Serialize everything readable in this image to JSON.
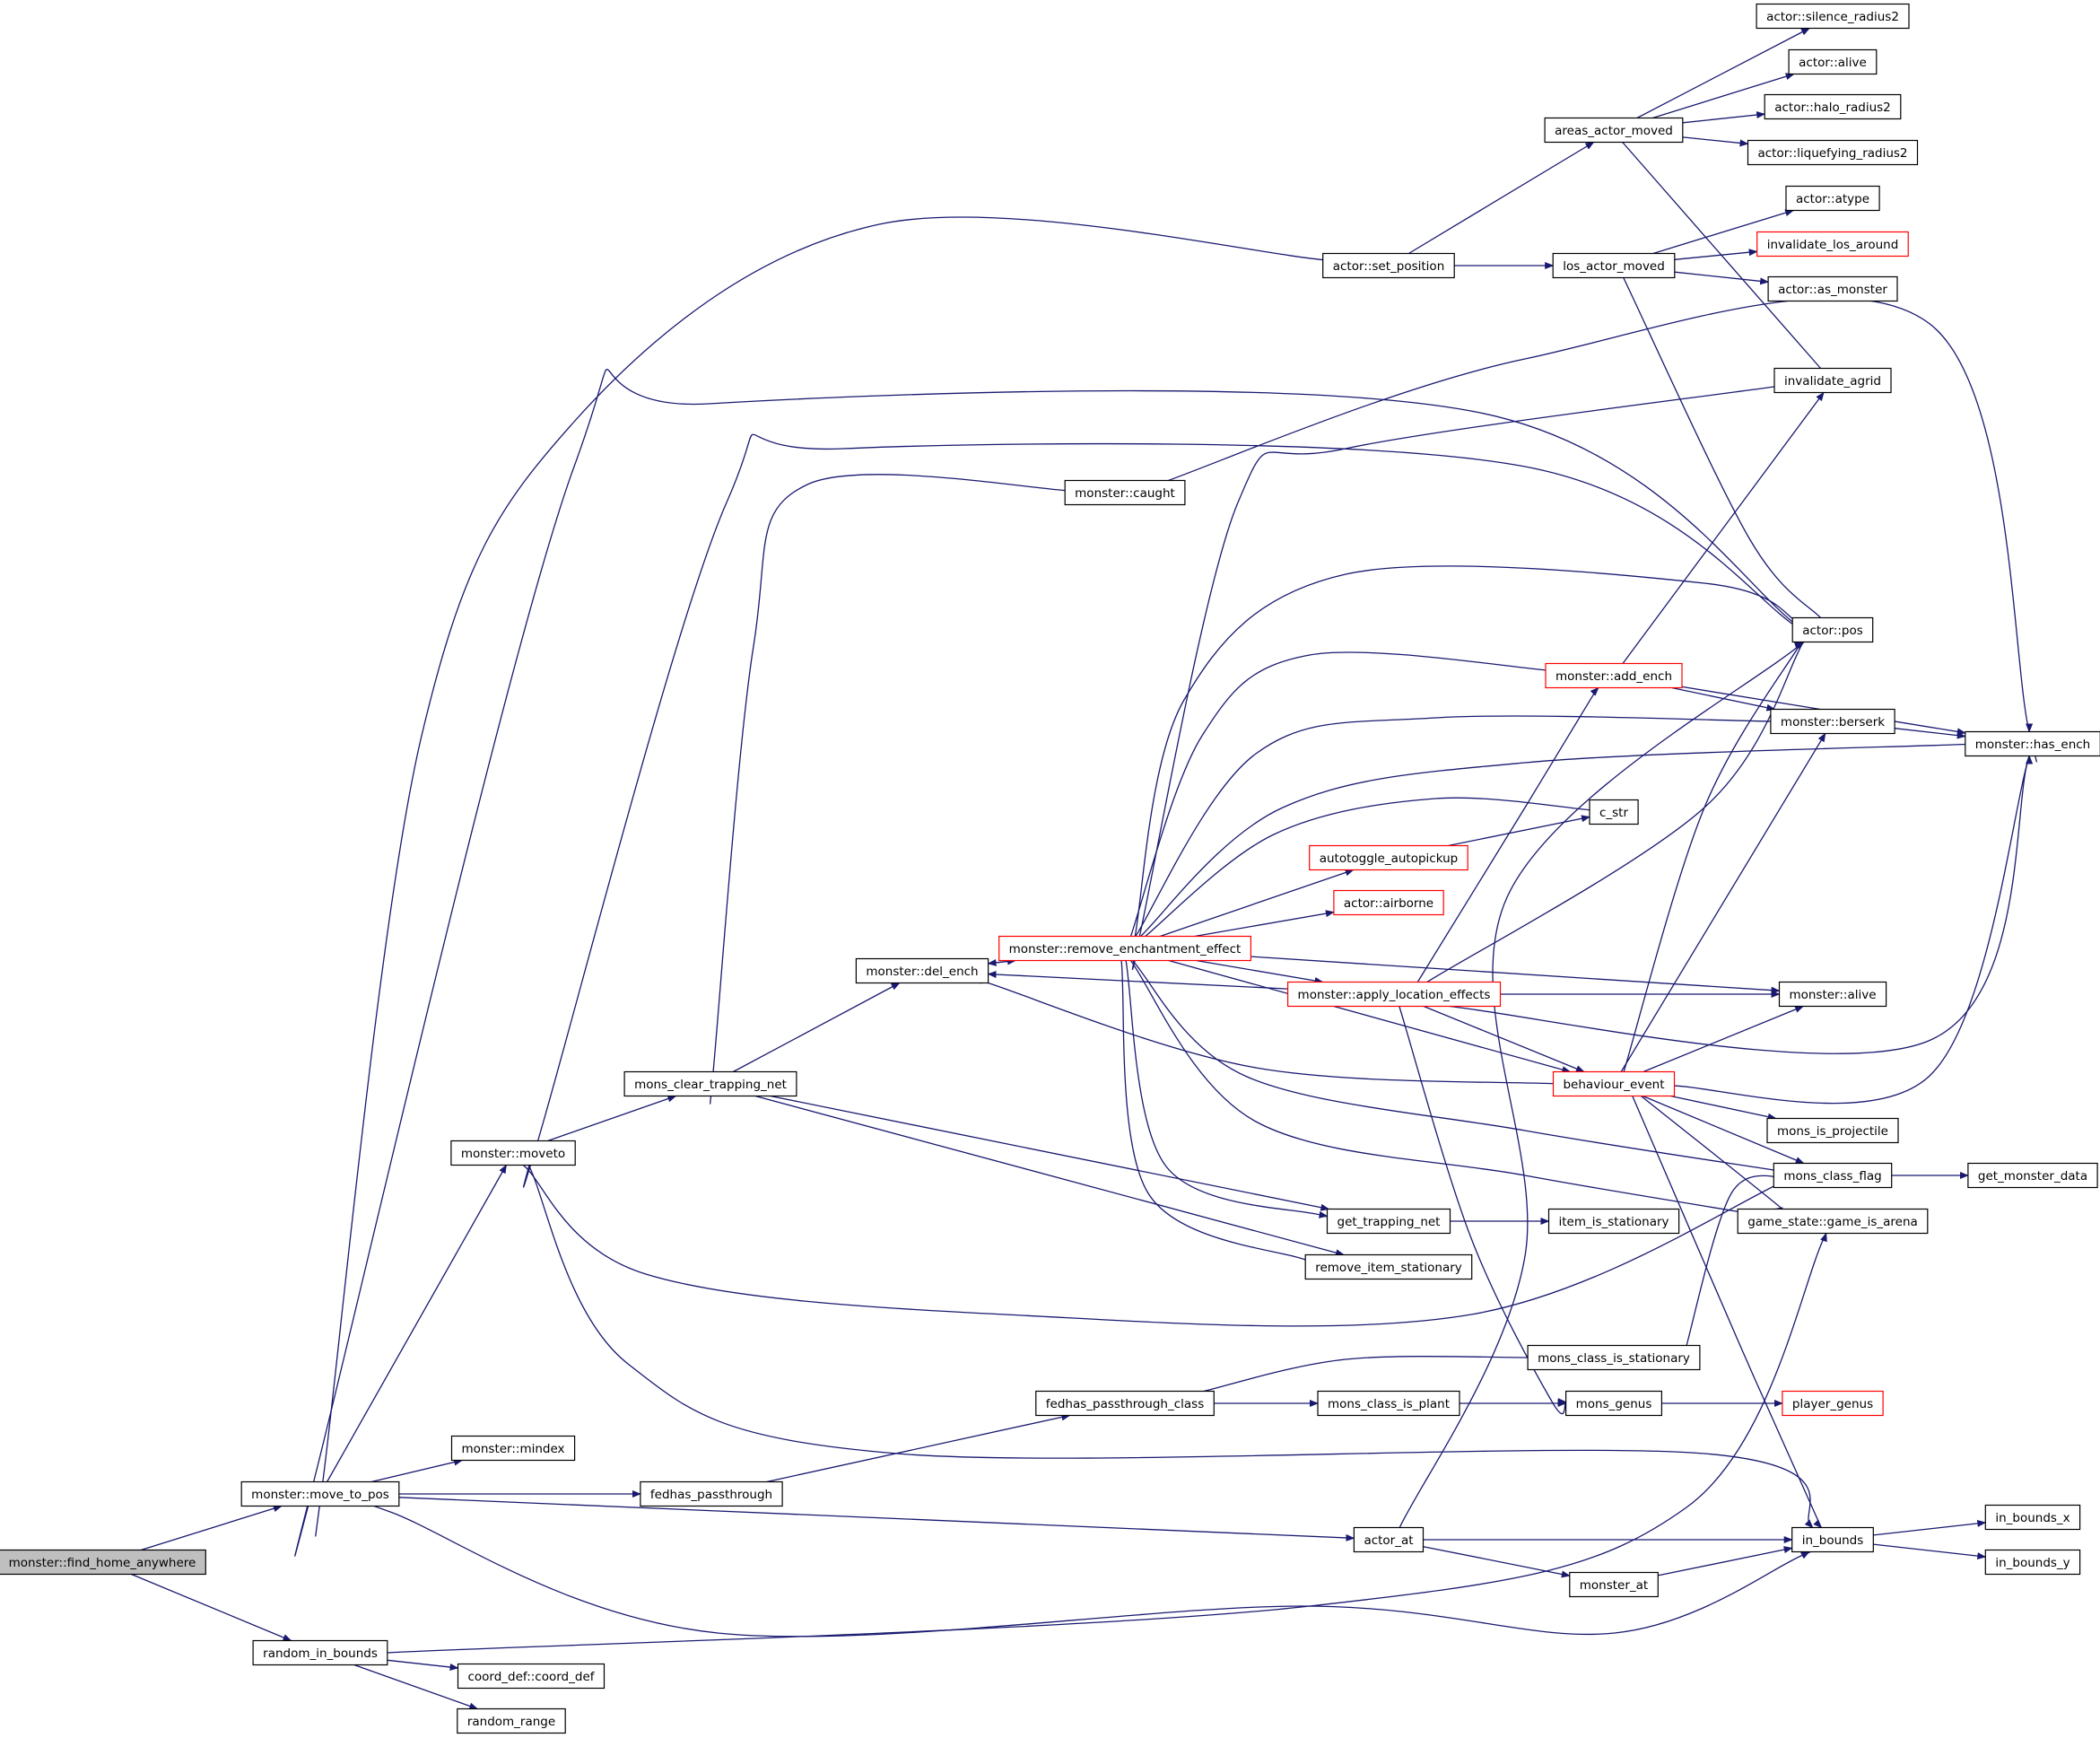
{
  "colors": {
    "edge": "#191970",
    "node_border": "#000000",
    "node_border_truncated": "#ff0000",
    "node_fill": "#ffffff",
    "node_fill_root": "#bfbfbf"
  },
  "nodes": [
    {
      "id": "find_home",
      "label": "monster::find_home_anywhere",
      "root": true
    },
    {
      "id": "move_to_pos",
      "label": "monster::move_to_pos"
    },
    {
      "id": "random_in_bounds",
      "label": "random_in_bounds"
    },
    {
      "id": "mindex",
      "label": "monster::mindex"
    },
    {
      "id": "fedhas_passthrough",
      "label": "fedhas_passthrough"
    },
    {
      "id": "moveto",
      "label": "monster::moveto"
    },
    {
      "id": "actor_at",
      "label": "actor_at"
    },
    {
      "id": "coord_def",
      "label": "coord_def::coord_def"
    },
    {
      "id": "random_range",
      "label": "random_range"
    },
    {
      "id": "fedhas_passthrough_class",
      "label": "fedhas_passthrough_class"
    },
    {
      "id": "mons_clear_trapping_net",
      "label": "mons_clear_trapping_net"
    },
    {
      "id": "set_position",
      "label": "actor::set_position"
    },
    {
      "id": "caught",
      "label": "monster::caught"
    },
    {
      "id": "del_ench",
      "label": "monster::del_ench"
    },
    {
      "id": "remove_enchantment_effect",
      "label": "monster::remove_enchantment_effect",
      "truncated": true
    },
    {
      "id": "apply_location_effects",
      "label": "monster::apply_location_effects",
      "truncated": true
    },
    {
      "id": "get_trapping_net",
      "label": "get_trapping_net"
    },
    {
      "id": "remove_item_stationary",
      "label": "remove_item_stationary"
    },
    {
      "id": "mons_class_is_plant",
      "label": "mons_class_is_plant"
    },
    {
      "id": "monster_at",
      "label": "monster_at"
    },
    {
      "id": "autotoggle_autopickup",
      "label": "autotoggle_autopickup",
      "truncated": true
    },
    {
      "id": "actor_airborne",
      "label": "actor::airborne",
      "truncated": true
    },
    {
      "id": "areas_actor_moved",
      "label": "areas_actor_moved"
    },
    {
      "id": "los_actor_moved",
      "label": "los_actor_moved"
    },
    {
      "id": "add_ench",
      "label": "monster::add_ench",
      "truncated": true
    },
    {
      "id": "c_str",
      "label": "c_str"
    },
    {
      "id": "behaviour_event",
      "label": "behaviour_event",
      "truncated": true
    },
    {
      "id": "item_is_stationary",
      "label": "item_is_stationary"
    },
    {
      "id": "mons_class_is_stationary",
      "label": "mons_class_is_stationary"
    },
    {
      "id": "mons_genus",
      "label": "mons_genus"
    },
    {
      "id": "silence_radius2",
      "label": "actor::silence_radius2"
    },
    {
      "id": "actor_alive",
      "label": "actor::alive"
    },
    {
      "id": "halo_radius2",
      "label": "actor::halo_radius2"
    },
    {
      "id": "liquefying_radius2",
      "label": "actor::liquefying_radius2"
    },
    {
      "id": "atype",
      "label": "actor::atype"
    },
    {
      "id": "invalidate_los_around",
      "label": "invalidate_los_around",
      "truncated": true
    },
    {
      "id": "as_monster",
      "label": "actor::as_monster"
    },
    {
      "id": "invalidate_agrid",
      "label": "invalidate_agrid"
    },
    {
      "id": "actor_pos",
      "label": "actor::pos"
    },
    {
      "id": "berserk",
      "label": "monster::berserk"
    },
    {
      "id": "monster_alive",
      "label": "monster::alive"
    },
    {
      "id": "mons_is_projectile",
      "label": "mons_is_projectile"
    },
    {
      "id": "mons_class_flag",
      "label": "mons_class_flag"
    },
    {
      "id": "game_is_arena",
      "label": "game_state::game_is_arena"
    },
    {
      "id": "player_genus",
      "label": "player_genus",
      "truncated": true
    },
    {
      "id": "in_bounds",
      "label": "in_bounds"
    },
    {
      "id": "has_ench",
      "label": "monster::has_ench"
    },
    {
      "id": "get_monster_data",
      "label": "get_monster_data"
    },
    {
      "id": "in_bounds_x",
      "label": "in_bounds_x"
    },
    {
      "id": "in_bounds_y",
      "label": "in_bounds_y"
    }
  ],
  "edges": [
    [
      "find_home",
      "move_to_pos"
    ],
    [
      "find_home",
      "random_in_bounds"
    ],
    [
      "move_to_pos",
      "mindex"
    ],
    [
      "move_to_pos",
      "fedhas_passthrough"
    ],
    [
      "move_to_pos",
      "moveto"
    ],
    [
      "move_to_pos",
      "actor_at"
    ],
    [
      "move_to_pos",
      "in_bounds"
    ],
    [
      "move_to_pos",
      "set_position"
    ],
    [
      "move_to_pos",
      "actor_pos"
    ],
    [
      "random_in_bounds",
      "coord_def"
    ],
    [
      "random_in_bounds",
      "random_range"
    ],
    [
      "random_in_bounds",
      "game_is_arena"
    ],
    [
      "fedhas_passthrough",
      "fedhas_passthrough_class"
    ],
    [
      "fedhas_passthrough_class",
      "mons_class_is_plant"
    ],
    [
      "fedhas_passthrough_class",
      "mons_class_is_stationary"
    ],
    [
      "moveto",
      "mons_clear_trapping_net"
    ],
    [
      "moveto",
      "actor_pos"
    ],
    [
      "moveto",
      "mons_class_flag"
    ],
    [
      "moveto",
      "in_bounds"
    ],
    [
      "mons_clear_trapping_net",
      "caught"
    ],
    [
      "mons_clear_trapping_net",
      "del_ench"
    ],
    [
      "mons_clear_trapping_net",
      "get_trapping_net"
    ],
    [
      "mons_clear_trapping_net",
      "remove_item_stationary"
    ],
    [
      "caught",
      "has_ench"
    ],
    [
      "del_ench",
      "remove_enchantment_effect"
    ],
    [
      "remove_enchantment_effect",
      "del_ench"
    ],
    [
      "remove_enchantment_effect",
      "invalidate_agrid"
    ],
    [
      "remove_enchantment_effect",
      "actor_pos"
    ],
    [
      "remove_enchantment_effect",
      "add_ench"
    ],
    [
      "remove_enchantment_effect",
      "berserk"
    ],
    [
      "remove_enchantment_effect",
      "has_ench"
    ],
    [
      "remove_enchantment_effect",
      "c_str"
    ],
    [
      "remove_enchantment_effect",
      "autotoggle_autopickup"
    ],
    [
      "remove_enchantment_effect",
      "actor_airborne"
    ],
    [
      "remove_enchantment_effect",
      "apply_location_effects"
    ],
    [
      "remove_enchantment_effect",
      "monster_alive"
    ],
    [
      "remove_enchantment_effect",
      "behaviour_event"
    ],
    [
      "remove_enchantment_effect",
      "mons_class_flag"
    ],
    [
      "remove_enchantment_effect",
      "game_is_arena"
    ],
    [
      "remove_enchantment_effect",
      "get_trapping_net"
    ],
    [
      "remove_enchantment_effect",
      "remove_item_stationary"
    ],
    [
      "apply_location_effects",
      "del_ench"
    ],
    [
      "apply_location_effects",
      "monster_alive"
    ],
    [
      "apply_location_effects",
      "add_ench"
    ],
    [
      "apply_location_effects",
      "actor_pos"
    ],
    [
      "apply_location_effects",
      "behaviour_event"
    ],
    [
      "apply_location_effects",
      "has_ench"
    ],
    [
      "apply_location_effects",
      "mons_genus"
    ],
    [
      "get_trapping_net",
      "item_is_stationary"
    ],
    [
      "mons_class_is_plant",
      "mons_genus"
    ],
    [
      "actor_at",
      "monster_at"
    ],
    [
      "actor_at",
      "in_bounds"
    ],
    [
      "actor_at",
      "actor_pos"
    ],
    [
      "monster_at",
      "in_bounds"
    ],
    [
      "autotoggle_autopickup",
      "c_str"
    ],
    [
      "set_position",
      "areas_actor_moved"
    ],
    [
      "set_position",
      "los_actor_moved"
    ],
    [
      "areas_actor_moved",
      "silence_radius2"
    ],
    [
      "areas_actor_moved",
      "actor_alive"
    ],
    [
      "areas_actor_moved",
      "halo_radius2"
    ],
    [
      "areas_actor_moved",
      "liquefying_radius2"
    ],
    [
      "areas_actor_moved",
      "invalidate_agrid"
    ],
    [
      "los_actor_moved",
      "atype"
    ],
    [
      "los_actor_moved",
      "invalidate_los_around"
    ],
    [
      "los_actor_moved",
      "as_monster"
    ],
    [
      "los_actor_moved",
      "actor_pos"
    ],
    [
      "add_ench",
      "invalidate_agrid"
    ],
    [
      "add_ench",
      "berserk"
    ],
    [
      "add_ench",
      "has_ench"
    ],
    [
      "berserk",
      "has_ench"
    ],
    [
      "behaviour_event",
      "del_ench"
    ],
    [
      "behaviour_event",
      "actor_pos"
    ],
    [
      "behaviour_event",
      "berserk"
    ],
    [
      "behaviour_event",
      "has_ench"
    ],
    [
      "behaviour_event",
      "monster_alive"
    ],
    [
      "behaviour_event",
      "mons_is_projectile"
    ],
    [
      "behaviour_event",
      "mons_class_flag"
    ],
    [
      "behaviour_event",
      "game_is_arena"
    ],
    [
      "behaviour_event",
      "in_bounds"
    ],
    [
      "mons_class_is_stationary",
      "mons_class_flag"
    ],
    [
      "mons_genus",
      "player_genus"
    ],
    [
      "mons_class_flag",
      "get_monster_data"
    ],
    [
      "in_bounds",
      "in_bounds_x"
    ],
    [
      "in_bounds",
      "in_bounds_y"
    ]
  ]
}
